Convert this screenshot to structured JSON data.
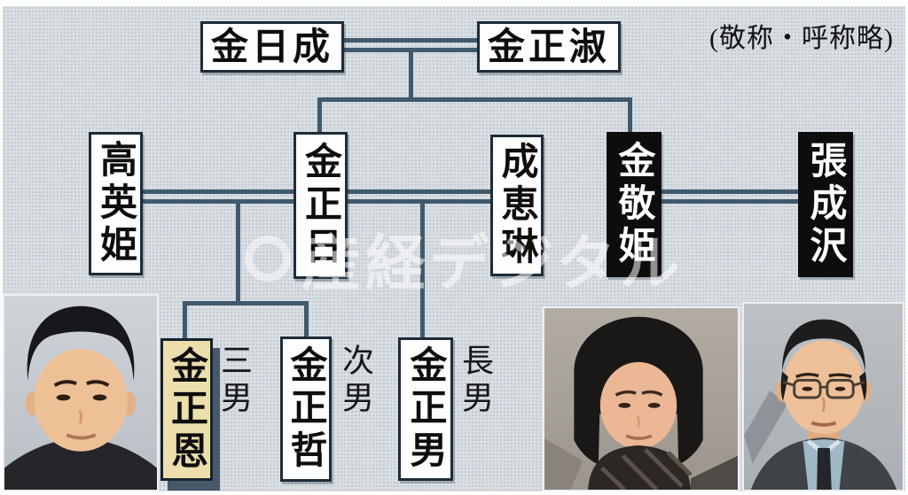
{
  "note": "(敬称・呼称略)",
  "watermark": "産経デジタル",
  "colors": {
    "background": "#d9dee3",
    "connector_line": "#40596d",
    "box_border": "#1e2c3a",
    "black_box_bg": "#0d0d0d",
    "highlight_box_bg": "#ecdfad",
    "highlight_box_shadow": "#47586b"
  },
  "family_tree": {
    "generation_1": [
      {
        "id": "kim_il_sung",
        "name": "金日成"
      },
      {
        "id": "kim_jong_suk",
        "name": "金正淑"
      }
    ],
    "generation_2": [
      {
        "id": "ko_yong_hui",
        "name": "高英姫",
        "style": "white"
      },
      {
        "id": "kim_jong_il",
        "name": "金正日",
        "style": "white"
      },
      {
        "id": "song_hye_rim",
        "name": "成恵琳",
        "style": "white"
      },
      {
        "id": "kim_kyong_hui",
        "name": "金敬姫",
        "style": "black"
      },
      {
        "id": "jang_song_thaek",
        "name": "張成沢",
        "style": "black"
      }
    ],
    "generation_3": [
      {
        "id": "kim_jong_un",
        "name": "金正恩",
        "birth_order": "三男",
        "style": "highlight"
      },
      {
        "id": "kim_jong_chol",
        "name": "金正哲",
        "birth_order": "次男",
        "style": "white"
      },
      {
        "id": "kim_jong_nam",
        "name": "金正男",
        "birth_order": "長男",
        "style": "white"
      }
    ]
  },
  "photos": [
    {
      "id": "photo_kim_jong_un",
      "subject": "金正恩"
    },
    {
      "id": "photo_kim_kyong_hui",
      "subject": "金敬姫"
    },
    {
      "id": "photo_jang_song_thaek",
      "subject": "張成沢"
    }
  ]
}
